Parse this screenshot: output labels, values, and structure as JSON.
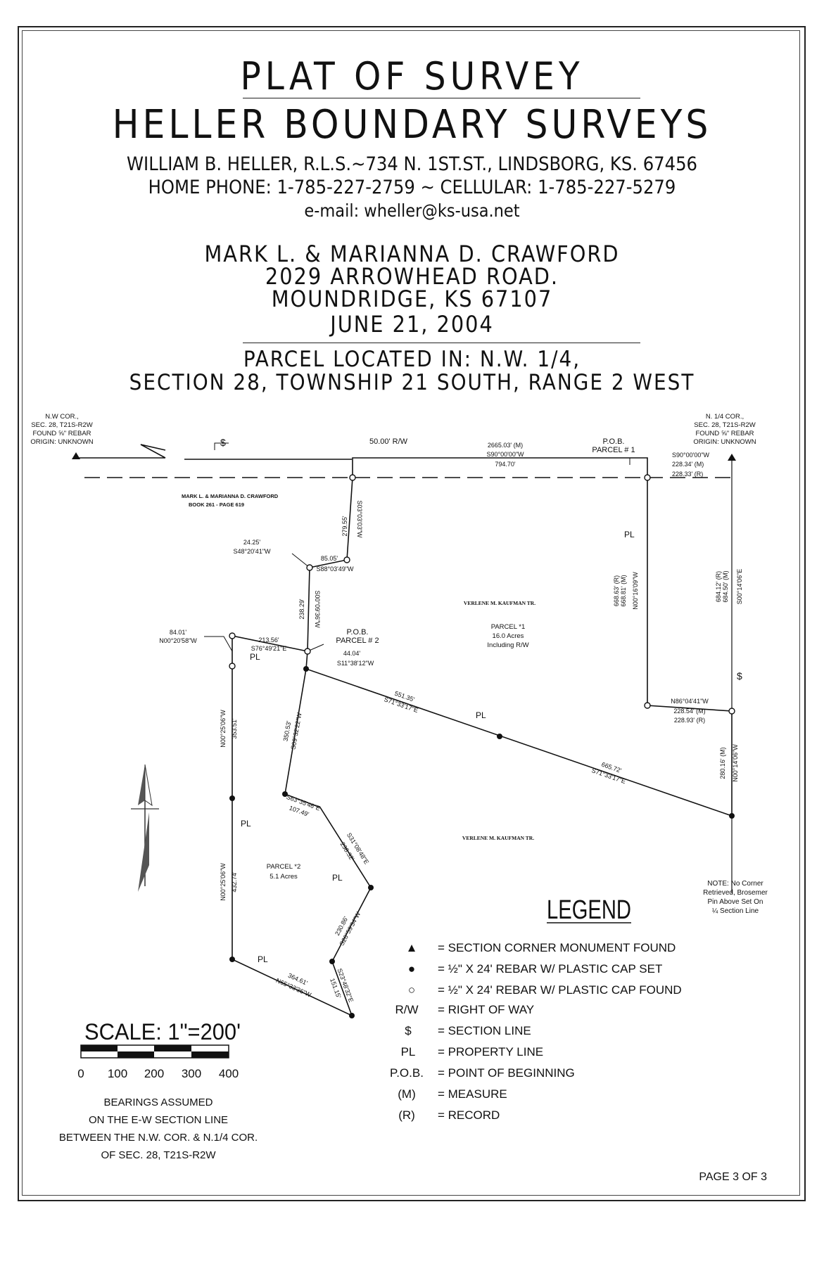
{
  "header": {
    "title": "PLAT OF SURVEY",
    "company": "HELLER BOUNDARY SURVEYS",
    "contact_line1": "WILLIAM B. HELLER, R.L.S.~734 N. 1ST.ST., LINDSBORG, KS. 67456",
    "contact_line2": "HOME PHONE: 1-785-227-2759 ~ CELLULAR: 1-785-227-5279",
    "contact_email": "e-mail: wheller@ks-usa.net",
    "client_name": "MARK L. & MARIANNA D. CRAWFORD",
    "client_address1": "2029 ARROWHEAD ROAD.",
    "client_address2": "MOUNDRIDGE, KS 67107",
    "date": "JUNE 21, 2004",
    "parcel_line1": "PARCEL LOCATED IN: N.W. 1/4,",
    "parcel_line2": "SECTION 28, TOWNSHIP 21 SOUTH, RANGE 2 WEST"
  },
  "map": {
    "nw_corner": [
      "N.W COR.,",
      "SEC. 28, T21S-R2W",
      "FOUND ⅝\" REBAR",
      "ORIGIN: UNKNOWN"
    ],
    "n14_corner": [
      "N. 1/4 COR.,",
      "SEC. 28, T21S-R2W",
      "FOUND ⅝\" REBAR",
      "ORIGIN: UNKNOWN"
    ],
    "section_line_symbol": "$",
    "property_line_symbol": "PL",
    "rw_label": "50.00' R/W",
    "top_distance_m": "2665.03' (M)",
    "top_bearing": "S90°00'00\"W",
    "top_distance2": "794.70'",
    "pob1": [
      "P.O.B.",
      "PARCEL # 1"
    ],
    "ne_bearing": "S90°00'00\"W",
    "ne_dist_m": "228.34' (M)",
    "ne_dist_r": "228.33' (R)",
    "crawford_owner": [
      "MARK L. & MARIANNA D. CRAWFORD",
      "BOOK 261 - PAGE 619"
    ],
    "l_279_dist": "279.55'",
    "l_279_bear": "S03°03'03\"W",
    "l_24_dist": "24.25'",
    "l_24_bear": "S48°20'41\"W",
    "l_85_dist": "85.05'",
    "l_85_bear": "S88°03'49\"W",
    "l_238_dist": "238.29'",
    "l_238_bear": "S00°09'36\"W",
    "east_r": "668.63' (R)",
    "east_m": "668.81' (M)",
    "east_bear": "N00°16'09\"W",
    "far_r": "684.12' (R)",
    "far_m": "684.50' (M)",
    "far_bear": "S00°14'06\"E",
    "kaufman_tr": "VERLENE M. KAUFMAN TR.",
    "parcel1": [
      "PARCEL *1",
      "16.0 Acres",
      "Including R/W"
    ],
    "l_84_dist": "84.01'",
    "l_84_bear": "N00°20'58\"W",
    "l_213_dist": "213.56'",
    "l_213_bear": "S76°49'21\"E",
    "pob2": [
      "P.O.B.",
      "PARCEL # 2"
    ],
    "l_44_dist": "44.04'",
    "l_44_bear": "S11°38'12\"W",
    "l_551_dist": "551.35'",
    "l_551_bear": "S71°33'17\"E",
    "l_n86_bear": "N86°04'41\"W",
    "l_n86_m": "228.54' (M)",
    "l_n86_r": "228.93' (R)",
    "l_353_bear": "N00°25'06\"W",
    "l_353_dist": "353.51'",
    "l_350_dist": "350.53'",
    "l_350_bear": "S09°32'22\"W",
    "l_665_dist": "665.72'",
    "l_665_bear": "S71°33'17\"E",
    "l_280_dist": "280.16' (M)",
    "l_280_bear": "N00°14'06\"W",
    "l_563_bear": "S63°35'46\"E",
    "l_563_dist": "107.49'",
    "kaufman_tr2": "VERLENE M. KAUFMAN TR.",
    "l_531_bear": "S31°08'48\"E",
    "l_531_dist": "238.32'",
    "l_432_bear": "N00°25'06\"W",
    "l_432_dist": "432.74'",
    "parcel2": [
      "PARCEL *2",
      "5.1 Acres"
    ],
    "l_230_dist": "230.86'",
    "l_230_bear": "S26°59'34\"W",
    "l_523_bear": "S23°48'32\"E",
    "l_523_dist": "151.15'",
    "l_364_dist": "364.61'",
    "l_364_bear": "N65°33'36\"W",
    "note": [
      "NOTE: No Corner",
      "Retrieved, Brosemer",
      "Pin Above Set On",
      "¼ Section Line"
    ]
  },
  "legend": {
    "title": "LEGEND",
    "items": [
      {
        "symbol": "▲",
        "text": "= SECTION CORNER MONUMENT FOUND"
      },
      {
        "symbol": "●",
        "text": "= ½\" X 24' REBAR W/ PLASTIC CAP SET"
      },
      {
        "symbol": "○",
        "text": "= ½\" X 24' REBAR W/ PLASTIC CAP FOUND"
      },
      {
        "symbol": "R/W",
        "text": "= RIGHT OF WAY"
      },
      {
        "symbol": "$",
        "text": "= SECTION LINE"
      },
      {
        "symbol": "PL",
        "text": "= PROPERTY LINE"
      },
      {
        "symbol": "P.O.B.",
        "text": "= POINT OF BEGINNING"
      },
      {
        "symbol": "(M)",
        "text": "= MEASURE"
      },
      {
        "symbol": "(R)",
        "text": "= RECORD"
      }
    ]
  },
  "scale": {
    "label": "SCALE: 1\"=200'",
    "ticks": [
      "0",
      "100",
      "200",
      "300",
      "400"
    ]
  },
  "bearings_note": [
    "BEARINGS ASSUMED",
    "ON THE E-W SECTION LINE",
    "BETWEEN THE N.W. COR. & N.1/4 COR.",
    "OF SEC. 28, T21S-R2W"
  ],
  "page_label": "PAGE 3 OF 3",
  "colors": {
    "ink": "#111111",
    "paper": "#ffffff"
  }
}
